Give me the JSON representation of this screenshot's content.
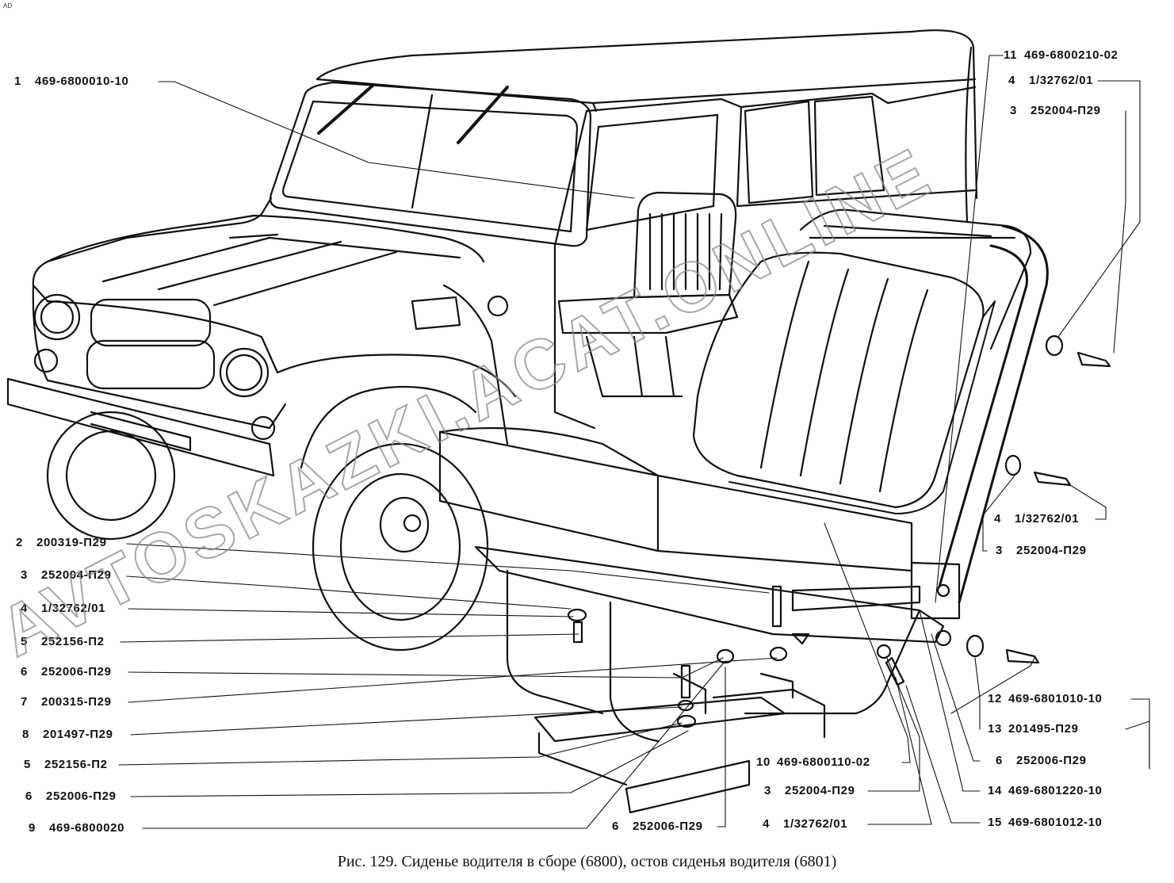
{
  "corner_mark": "AD",
  "caption": "Рис. 129. Сиденье водителя в сборе (6800), остов сиденья водителя (6801)",
  "watermark": "AVTOSKAZKI.ACAT.ONLINE",
  "callouts_left": [
    {
      "num": "1",
      "code": "469-6800010-10"
    },
    {
      "num": "2",
      "code": "200319-П29"
    },
    {
      "num": "3",
      "code": "252004-П29"
    },
    {
      "num": "4",
      "code": "1/32762/01"
    },
    {
      "num": "5",
      "code": "252156-П2"
    },
    {
      "num": "6",
      "code": "252006-П29"
    },
    {
      "num": "7",
      "code": "200315-П29"
    },
    {
      "num": "8",
      "code": "201497-П29"
    },
    {
      "num": "5",
      "code": "252156-П2"
    },
    {
      "num": "6",
      "code": "252006-П29"
    },
    {
      "num": "9",
      "code": "469-6800020"
    }
  ],
  "callouts_bottom": [
    {
      "num": "6",
      "code": "252006-П29"
    },
    {
      "num": "4",
      "code": "1/32762/01"
    },
    {
      "num": "3",
      "code": "252004-П29"
    },
    {
      "num": "10",
      "code": "469-6800110-02"
    }
  ],
  "callouts_right": [
    {
      "num": "11",
      "code": "469-6800210-02"
    },
    {
      "num": "4",
      "code": "1/32762/01"
    },
    {
      "num": "3",
      "code": "252004-П29"
    },
    {
      "num": "4",
      "code": "1/32762/01"
    },
    {
      "num": "3",
      "code": "252004-П29"
    },
    {
      "num": "12",
      "code": "469-6801010-10"
    },
    {
      "num": "13",
      "code": "201495-П29"
    },
    {
      "num": "6",
      "code": "252006-П29"
    },
    {
      "num": "14",
      "code": "469-6801220-10"
    },
    {
      "num": "15",
      "code": "469-6801012-10"
    }
  ]
}
